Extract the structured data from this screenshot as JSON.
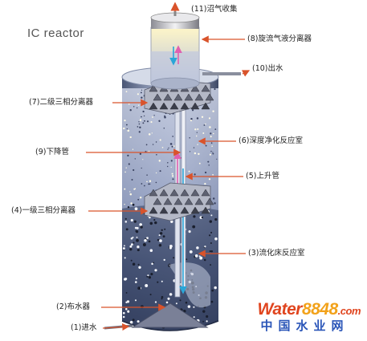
{
  "title": "IC reactor",
  "labels": {
    "biogas": "(11)沼气收集",
    "separator_cyclone": "(8)旋流气液分离器",
    "outlet": "(10)出水",
    "sep2": "(7)二级三相分离器",
    "deep_reactor": "(6)深度净化反应室",
    "downcomer": "(9)下降管",
    "riser": "(5)上升管",
    "sep1": "(4)一级三相分离器",
    "fluid_reactor": "(3)流化床反应室",
    "distributor": "(2)布水器",
    "inlet": "(1)进水"
  },
  "watermark": {
    "part1": "Water",
    "part2": "8848",
    "part3": ".com",
    "cn": "中国水业网"
  },
  "colors": {
    "arrow": "#d9532b",
    "tank_dark": "#2f3d5e",
    "tank_light": "#c8cfdf"
  }
}
